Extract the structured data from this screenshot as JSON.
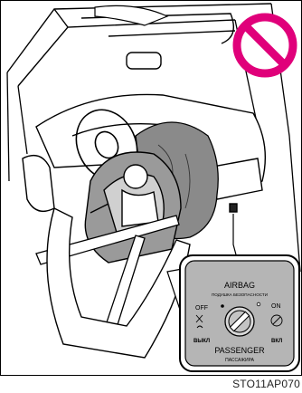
{
  "figure_id": "STO11AP070",
  "prohibition_sign": {
    "icon": "prohibition-icon",
    "color": "#e0007a"
  },
  "airbag_switch": {
    "title": "AIRBAG",
    "title_ru": "ПОДУШКА БЕЗОПАСНОСТИ",
    "off_label": "OFF",
    "off_label_ru": "ВЫКЛ",
    "on_label": "ON",
    "on_label_ru": "ВКЛ",
    "subtitle": "PASSENGER",
    "subtitle_ru": "ПАССАЖИРА"
  }
}
